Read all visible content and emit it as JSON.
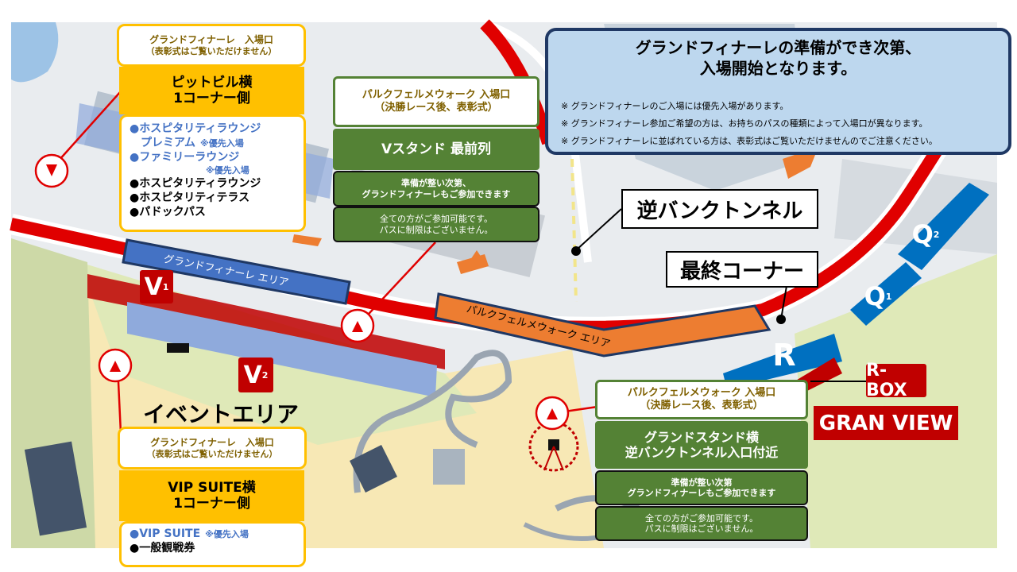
{
  "info_panel": {
    "title_line1": "グランドフィナーレの準備ができ次第、",
    "title_line2": "入場開始となります。",
    "notes": [
      "※ グランドフィナーレのご入場には優先入場があります。",
      "※ グランドフィナーレ参加ご希望の方は、お持ちのパスの種類によって入場口が異なります。",
      "※ グランドフィナーレに並ばれている方は、表彰式はご覧いただけませんのでご注意ください。"
    ]
  },
  "entrance_pit": {
    "label_line1": "グランドフィナーレ　入場口",
    "label_line2": "（表彰式はご覧いただけません）",
    "heading_line1": "ピットビル横",
    "heading_line2": "1コーナー側",
    "items": {
      "item1": "●ホスピタリティラウンジ",
      "item1b": "プレミアム",
      "item1_note": "※優先入場",
      "item2": "●ファミリーラウンジ",
      "item2_note": "※優先入場",
      "item3": "●ホスピタリティラウンジ",
      "item4": "●ホスピタリティテラス",
      "item5": "●パドックパス"
    }
  },
  "entrance_vstand": {
    "label_line1": "パルクフェルメウォーク 入場口",
    "label_line2": "（決勝レース後、表彰式）",
    "heading": "Vスタンド  最前列",
    "note1_line1": "準備が整い次第、",
    "note1_line2": "グランドフィナーレもご参加できます",
    "note2_line1": "全ての方がご参加可能です。",
    "note2_line2": "パスに制限はございません。"
  },
  "entrance_vip": {
    "label_line1": "グランドフィナーレ　入場口",
    "label_line2": "（表彰式はご覧いただけません）",
    "heading_line1": "VIP SUITE横",
    "heading_line2": "1コーナー側",
    "item1": "●VIP SUITE",
    "item1_note": "※優先入場",
    "item2": "●一般観戦券"
  },
  "entrance_grandstand": {
    "label_line1": "パルクフェルメウォーク 入場口",
    "label_line2": "（決勝レース後、表彰式）",
    "heading_line1": "グランドスタンド横",
    "heading_line2": "逆バンクトンネル入口付近",
    "note1_line1": "準備が整い次第",
    "note1_line2": "グランドフィナーレもご参加できます",
    "note2_line1": "全ての方がご参加可能です。",
    "note2_line2": "パスに制限はございません。"
  },
  "places": {
    "tunnel": "逆バンクトンネル",
    "last_corner": "最終コーナー",
    "event_area": "イベントエリア",
    "gf_area": "グランドフィナーレ エリア",
    "pf_area": "パルクフェルメウォーク エリア",
    "rbox": "R-BOX",
    "granview": "GRAN VIEW",
    "v1": "V",
    "v1_sub": "1",
    "v2": "V",
    "v2_sub": "2",
    "q1": "Q",
    "q1_sub": "1",
    "q2": "Q",
    "q2_sub": "2",
    "r": "R"
  },
  "colors": {
    "track_red": "#e00000",
    "yellow": "#ffc000",
    "green": "#548235",
    "navy": "#1f3864",
    "blue_stand": "#0070c0",
    "badge_red": "#c00000"
  }
}
